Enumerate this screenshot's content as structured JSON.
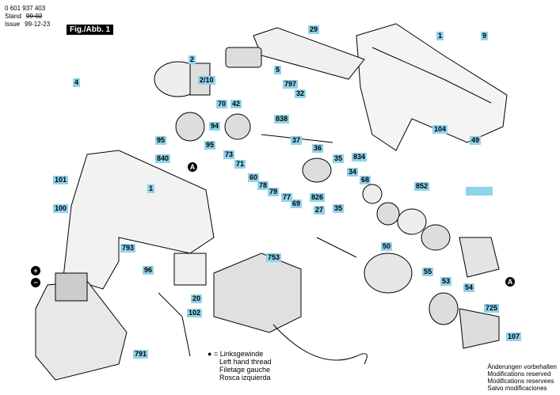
{
  "header": {
    "doc_number": "0 601 937 403",
    "stand_label": "Stand",
    "issue_label": "Issue",
    "stand_value": "99-02",
    "issue_value": "99-12-23",
    "fig_label": "Fig./Abb. 1"
  },
  "labels": {
    "l29": "29",
    "l1a": "1",
    "l9": "9",
    "l2": "2",
    "l2_10": "2/10",
    "l5": "5",
    "l4": "4",
    "l797": "797",
    "l32": "32",
    "l70": "70",
    "l42": "42",
    "l94": "94",
    "l838": "838",
    "l104": "104",
    "l49": "49",
    "l95a": "95",
    "l95b": "95",
    "l37": "37",
    "l36": "36",
    "l35a": "35",
    "l834": "834",
    "l34": "34",
    "l68": "68",
    "l840": "840",
    "l73": "73",
    "l71": "71",
    "l60": "60",
    "l78": "78",
    "l79": "79",
    "l77": "77",
    "l69": "69",
    "l826": "826",
    "l27": "27",
    "l35b": "35",
    "l852": "852",
    "l101": "101",
    "l1b": "1",
    "l100": "100",
    "l50": "50",
    "l55": "55",
    "l53": "53",
    "l54": "54",
    "l793": "793",
    "l96": "96",
    "l753": "753",
    "l20": "20",
    "l102": "102",
    "l725": "725",
    "l791": "791",
    "l107": "107"
  },
  "markers": {
    "a": "A",
    "plus": "+",
    "minus": "−"
  },
  "legend": {
    "line1": "● = Linksgewinde",
    "line2": "Left hand thread",
    "line3": "Filetage gauche",
    "line4": "Rosca izquierda"
  },
  "notice": {
    "line1": "Änderungen vorbehalten",
    "line2": "Modifications reserved",
    "line3": "Modifications reservees",
    "line4": "Salvo modificaciones"
  }
}
